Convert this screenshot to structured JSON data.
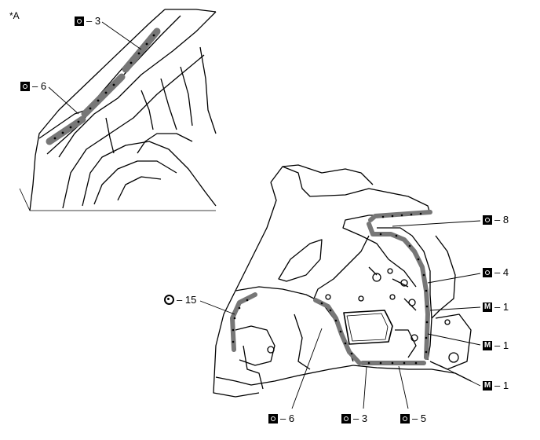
{
  "view_ref": "*A",
  "callouts": [
    {
      "id": "c3top",
      "symbol": "ring",
      "text": "– 3"
    },
    {
      "id": "c6top",
      "symbol": "ring",
      "text": "– 6"
    },
    {
      "id": "c8",
      "symbol": "ring",
      "text": "– 8"
    },
    {
      "id": "c4",
      "symbol": "ring",
      "text": "– 4"
    },
    {
      "id": "c15",
      "symbol": "circle",
      "text": "– 15"
    },
    {
      "id": "m1a",
      "symbol": "M",
      "text": "– 1"
    },
    {
      "id": "m1b",
      "symbol": "M",
      "text": "– 1"
    },
    {
      "id": "m1c",
      "symbol": "M",
      "text": "– 1"
    },
    {
      "id": "c6bot",
      "symbol": "ring",
      "text": "– 6"
    },
    {
      "id": "c3bot",
      "symbol": "ring",
      "text": "– 3"
    },
    {
      "id": "c5",
      "symbol": "ring",
      "text": "– 5"
    }
  ],
  "symbol_glyph_m": "M"
}
